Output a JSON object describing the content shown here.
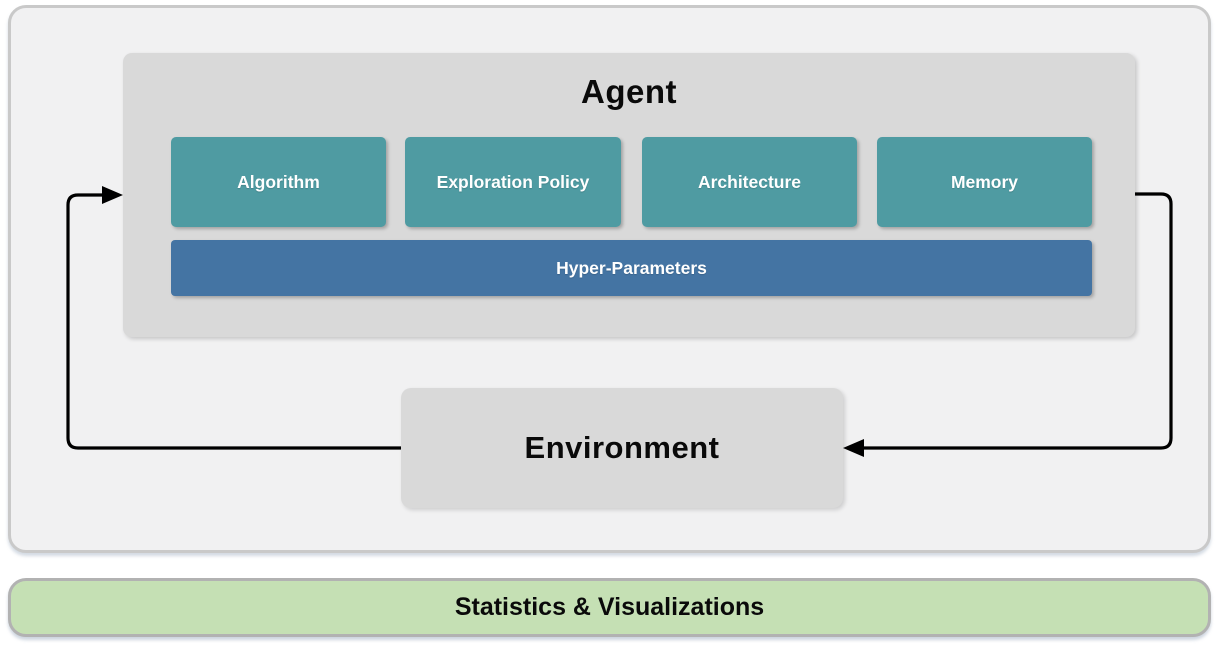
{
  "diagram": {
    "agent": {
      "title": "Agent",
      "modules": [
        {
          "label": "Algorithm"
        },
        {
          "label": "Exploration Policy"
        },
        {
          "label": "Architecture"
        },
        {
          "label": "Memory"
        }
      ],
      "hyperparameters_label": "Hyper-Parameters"
    },
    "environment": {
      "label": "Environment"
    },
    "footer": {
      "label": "Statistics & Visualizations"
    },
    "arrows": [
      {
        "name": "environment-to-agent",
        "from": "Environment",
        "to": "Agent"
      },
      {
        "name": "agent-to-environment",
        "from": "Agent",
        "to": "Environment"
      }
    ],
    "colors": {
      "module_teal": "#4f9ba2",
      "hyperparameters_blue": "#4474a3",
      "panel_gray": "#d9d9d9",
      "outer_background": "#f1f1f2",
      "outer_border": "#c9c9c9",
      "footer_green": "#c5e0b4",
      "footer_border": "#b2b2b2",
      "arrow": "#000000"
    }
  }
}
